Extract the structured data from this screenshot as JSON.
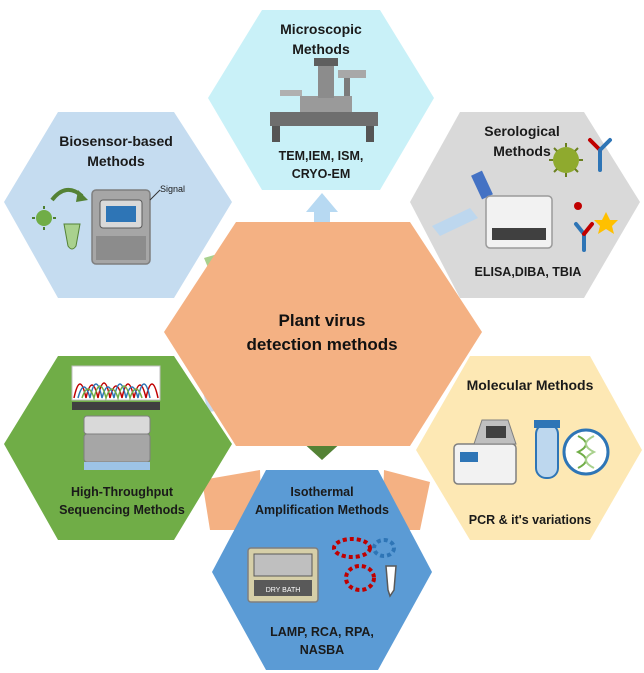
{
  "center": {
    "line1": "Plant virus",
    "line2": "detection methods",
    "color": "#f2a97e"
  },
  "nodes": [
    {
      "id": "microscopic",
      "title": [
        "Microscopic",
        "Methods"
      ],
      "examples": [
        "TEM,IEM, ISM,",
        "CRYO-EM"
      ],
      "color": "#c9f1f8"
    },
    {
      "id": "serological",
      "title": [
        "Serological",
        "Methods"
      ],
      "examples": [
        "ELISA,DIBA, TBIA"
      ],
      "color": "#d4d4d4"
    },
    {
      "id": "molecular",
      "title": [
        "Molecular Methods"
      ],
      "examples": [
        "PCR & it's variations"
      ],
      "color": "#fde8b4"
    },
    {
      "id": "isothermal",
      "title": [
        "Isothermal",
        "Amplification Methods"
      ],
      "examples": [
        "LAMP, RCA, RPA,",
        "NASBA"
      ],
      "color": "#5b9bd5"
    },
    {
      "id": "hts",
      "title": [
        "High-Throughput",
        "Sequencing Methods"
      ],
      "examples": [],
      "color": "#63a83f"
    },
    {
      "id": "biosensor",
      "title": [
        "Biosensor-based",
        "Methods"
      ],
      "examples": [],
      "color": "#c5dcf0"
    }
  ],
  "annotations": {
    "signal": "Signal",
    "dry_bath": "DRY BATH"
  },
  "icons": [
    "electron-microscope-icon",
    "serology-analyzer-icon",
    "thermocycler-icon",
    "test-tube-dna-icon",
    "dry-bath-icon",
    "dna-strand-icon",
    "sequencer-icon",
    "chromatogram-icon",
    "biosensor-device-icon",
    "virus-icon",
    "antibody-icon"
  ]
}
